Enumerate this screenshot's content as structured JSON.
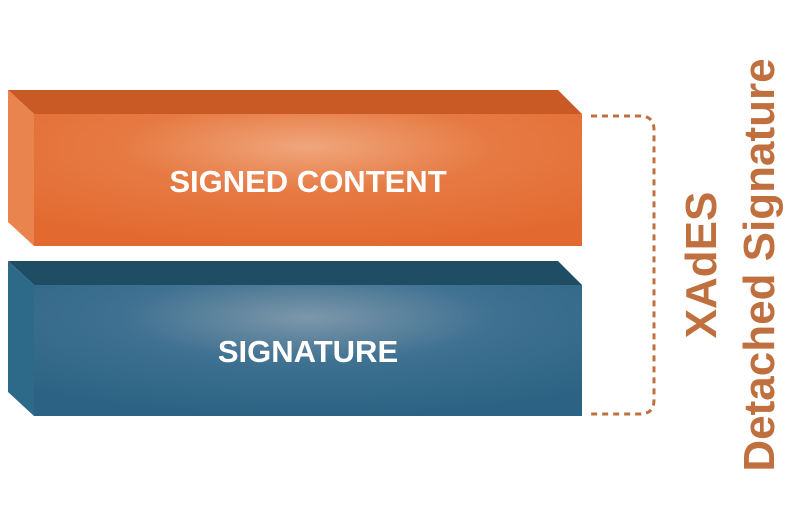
{
  "blocks": {
    "signed_content": {
      "label": "SIGNED CONTENT",
      "color": "#e2692f"
    },
    "signature": {
      "label": "SIGNATURE",
      "color": "#2c6280"
    }
  },
  "bracket": {
    "color": "#c0703f",
    "style": "dashed"
  },
  "side_label": {
    "line1": "XAdES",
    "line2": "Detached Signature",
    "color": "#c0703f"
  }
}
